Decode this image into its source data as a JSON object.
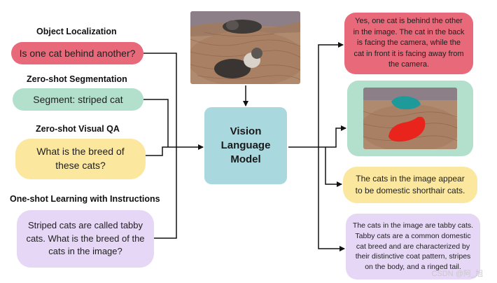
{
  "tasks": {
    "object_localization": {
      "title": "Object Localization",
      "prompt": "Is one cat behind another?"
    },
    "zero_shot_segmentation": {
      "title": "Zero-shot Segmentation",
      "prompt": "Segment: striped cat"
    },
    "zero_shot_vqa": {
      "title": "Zero-shot Visual QA",
      "prompt": "What is the breed of these cats?"
    },
    "one_shot_learning": {
      "title": "One-shot Learning with Instructions",
      "prompt": "Striped cats are called tabby cats. What is the breed of the cats in the image?"
    }
  },
  "model": {
    "label": "Vision Language Model"
  },
  "outputs": {
    "localization_answer": "Yes, one cat is behind the other in the image. The cat in the back is facing the camera, while the cat in front it is facing away from the camera.",
    "vqa_answer": "The cats in the image appear to be domestic shorthair cats.",
    "one_shot_answer": "The cats in the image are tabby cats. Tabby cats are a common domestic cat breed and are characterized by their distinctive coat pattern,  stripes on the body, and a ringed tail."
  },
  "watermark": "CSDN @阿_旭",
  "colors": {
    "localization": "#e8697a",
    "segmentation": "#b2e0cc",
    "vqa": "#fbe79d",
    "one_shot": "#e6d7f6",
    "model": "#a9d8df",
    "mask_back_cat": "#1e9a9a",
    "mask_front_cat": "#e8241c"
  }
}
